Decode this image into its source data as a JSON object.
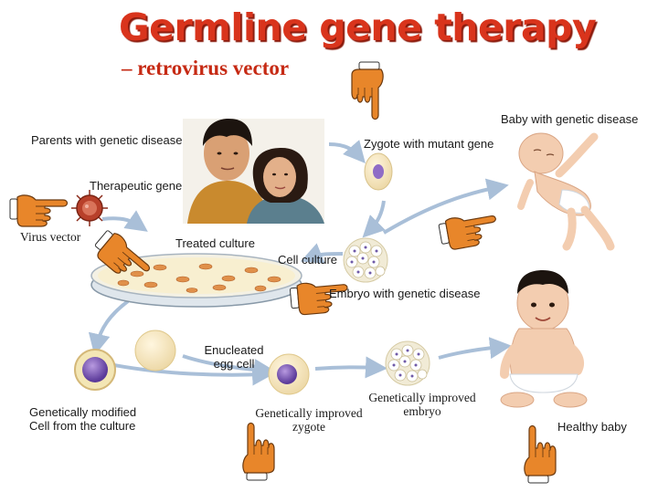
{
  "title": "Germline gene therapy",
  "subtitle": "– retrovirus vector",
  "labels": {
    "parents": "Parents with genetic disease",
    "zygote_mutant": "Zygote with mutant gene",
    "baby_disease": "Baby with genetic disease",
    "therapeutic_gene": "Therapeutic gene",
    "virus_vector": "Virus vector",
    "treated_culture": "Treated culture",
    "cell_culture": "Cell culture",
    "embryo_disease": "Embryo with genetic disease",
    "enucleated_line1": "Enucleated",
    "enucleated_line2": "egg cell",
    "modified_line1": "Genetically modified",
    "modified_line2": "Cell from the culture",
    "improved_zygote_line1": "Genetically improved",
    "improved_zygote_line2": "zygote",
    "improved_embryo_line1": "Genetically improved",
    "improved_embryo_line2": "embryo",
    "healthy_baby": "Healthy baby"
  },
  "colors": {
    "title": "#d9341c",
    "arrow": "#a9bfd8",
    "hand": "#e8862a",
    "skin": "#f3cdb0"
  },
  "icons": [
    "pointing-hand-icon",
    "virus-icon",
    "petri-dish-icon",
    "cell-icon",
    "embryo-icon",
    "baby-icon",
    "parents-icon"
  ]
}
